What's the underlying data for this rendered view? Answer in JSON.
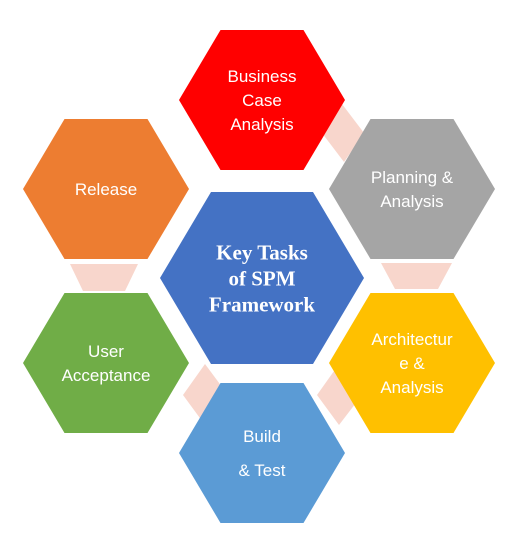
{
  "diagram": {
    "center": {
      "lines": [
        "Key Tasks",
        "of SPM",
        "Framework"
      ],
      "color": "#4472C4"
    },
    "hexagons": [
      {
        "id": "business-case",
        "lines": [
          "Business",
          "Case",
          "Analysis"
        ],
        "color": "#FF0000"
      },
      {
        "id": "planning",
        "lines": [
          "Planning &",
          "Analysis"
        ],
        "color": "#A5A5A5"
      },
      {
        "id": "architecture",
        "lines": [
          "Architectur",
          "e &",
          "Analysis"
        ],
        "color": "#FFC000"
      },
      {
        "id": "build-test",
        "lines": [
          "Build",
          "& Test"
        ],
        "color": "#5B9BD5"
      },
      {
        "id": "user-acceptance",
        "lines": [
          "User",
          "Acceptance"
        ],
        "color": "#70AD47"
      },
      {
        "id": "release",
        "lines": [
          "Release"
        ],
        "color": "#ED7D31"
      }
    ],
    "connector_color": "#F8D6CC"
  }
}
